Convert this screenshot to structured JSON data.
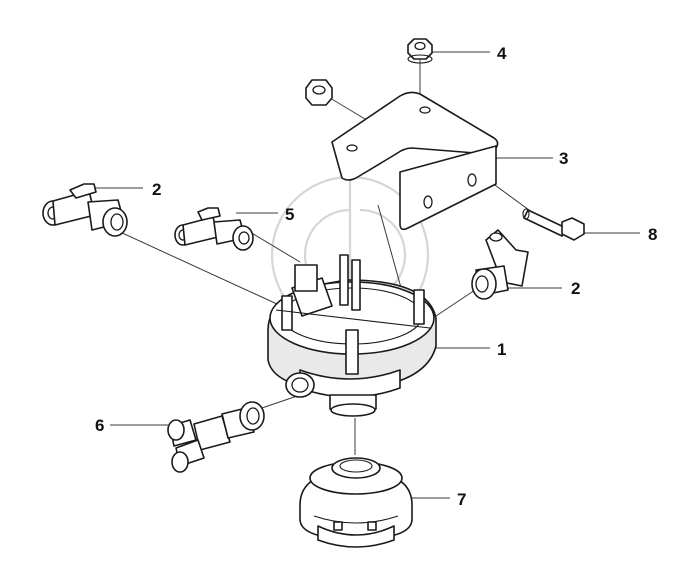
{
  "callouts": {
    "c1": "1",
    "c2a": "2",
    "c2b": "2",
    "c3": "3",
    "c4": "4",
    "c5": "5",
    "c6": "6",
    "c7": "7",
    "c8": "8"
  },
  "colors": {
    "line": "#1a1a1a",
    "watermark": "#d6d6d6",
    "background": "#ffffff"
  }
}
